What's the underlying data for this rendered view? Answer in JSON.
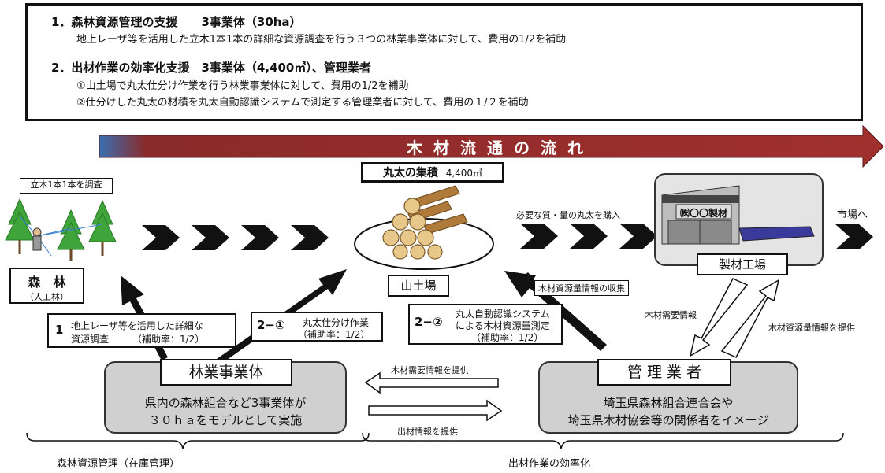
{
  "summary": {
    "item1_heading": "1．森林資源管理の支援　　3事業体（30ha）",
    "item1_text": "地上レーザ等を活用した立木1本1本の詳細な資源調査を行う３つの林業事業体に対して、費用の1/2を補助",
    "item2_heading": "2．出材作業の効率化支援　3事業体（4,400㎥）、管理業者",
    "item2_sub1": "①山土場で丸太仕分け作業を行う林業事業体に対して、費用の1/2を補助",
    "item2_sub2": "②仕分けした丸太の材積を丸太自動認識システムで測定する管理業者に対して、費用の１/２を補助"
  },
  "flow_label": "木材流通の流れ",
  "forest": {
    "survey_label": "立木1本1本を調査",
    "title": "森　林",
    "subtitle": "（人工林）"
  },
  "logs": {
    "label": "丸太の集積",
    "amount": "4,400㎥",
    "yard": "山土場"
  },
  "purchase_label": "必要な質・量の丸太を購入",
  "sawmill": {
    "sign": "㈱〇〇製材",
    "label": "製材工場"
  },
  "market_label": "市場へ",
  "collect_label": "木材資源量情報の収集",
  "demand_info": "木材需要情報",
  "supply_info": "木材資源量情報を提供",
  "support1": {
    "num": "1",
    "text_line1": "地上レーザ等を活用した詳細な",
    "text_line2": "資源調査　　　（補助率：1/2）"
  },
  "support21": {
    "num": "2−①",
    "text_line1": "丸太仕分け作業",
    "text_line2": "（補助率：1/2）"
  },
  "support22": {
    "num": "2−②",
    "text_line1": "丸太自動認識システム",
    "text_line2": "による木材資源量測定",
    "text_line3": "（補助率：1/2）"
  },
  "forestry": {
    "title": "林業事業体",
    "line1": "県内の森林組合など3事業体が",
    "line2": "３０ｈａをモデルとして実施"
  },
  "manager": {
    "title": "管 理 業 者",
    "line1": "埼玉県森林組合連合会や",
    "line2": "埼玉県木材協会等の関係者をイメージ"
  },
  "demand_provide": "木材需要情報を提供",
  "output_provide": "出材情報を提供",
  "footer_left": "森林資源管理（在庫管理）",
  "footer_right": "出材作業の効率化"
}
